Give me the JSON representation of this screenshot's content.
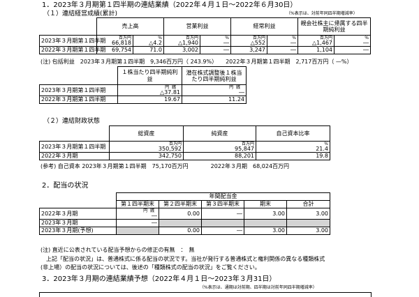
{
  "s1": {
    "title": "1．2023年３月期第１四半期の連結業績（2022年４月１日～2022年６月30日）",
    "sub1": "（１）連結経営成績(累計)",
    "pct_note": "（%表示は、対前年同四半期増減率）",
    "headers": [
      "売上高",
      "営業利益",
      "経常利益",
      "親会社株主に帰属する四半期純利益"
    ],
    "units": [
      "百万円",
      "%"
    ],
    "rows": [
      {
        "label": "2023年３月期第１四半期",
        "cells": [
          "66,818",
          "△4.2",
          "△1,940",
          "―",
          "△552",
          "―",
          "△1,467",
          "―"
        ]
      },
      {
        "label": "2022年３月期第１四半期",
        "cells": [
          "69,754",
          "71.0",
          "3,002",
          "―",
          "3,247",
          "―",
          "1,104",
          "―"
        ]
      }
    ],
    "comprehensive_note": "(注) 包括利益　2023年３月期第１四半期　9,346百万円（ 243.9%）　　2022年３月期第１四半期　2,717百万円（ —%）",
    "eps_headers": [
      "１株当たり四半期純利益",
      "潜在株式調整後１株当たり四半期純利益"
    ],
    "eps_units": [
      "円",
      "銭"
    ],
    "eps_rows": [
      {
        "label": "2023年３月期第１四半期",
        "cells": [
          "△37.81",
          "―"
        ]
      },
      {
        "label": "2022年３月期第１四半期",
        "cells": [
          "19.67",
          "11.24"
        ]
      }
    ]
  },
  "s2": {
    "title": "（２）連結財政状態",
    "headers": [
      "総資産",
      "純資産",
      "自己資本比率"
    ],
    "units": [
      "百万円",
      "百万円",
      "%"
    ],
    "rows": [
      {
        "label": "2023年３月期第１四半期",
        "cells": [
          "350,592",
          "95,847",
          "21.4"
        ]
      },
      {
        "label": "2022年３月期",
        "cells": [
          "342,750",
          "88,201",
          "19.8"
        ]
      }
    ],
    "ref_note": "(参考) 自己資本 2023年３月期第１四半期　75,170百万円　　　　2022年３月期　68,024百万円"
  },
  "s3": {
    "title": "2．配当の状況",
    "group_header": "年間配当金",
    "headers": [
      "第１四半期末",
      "第２四半期末",
      "第３四半期末",
      "期末",
      "合計"
    ],
    "units": [
      "円",
      "銭"
    ],
    "rows": [
      {
        "label": "2022年３月期",
        "cells": [
          "―",
          "0.00",
          "―",
          "3.00",
          "3.00"
        ]
      },
      {
        "label": "2023年３月期",
        "cells": [
          "―",
          "",
          "",
          "",
          ""
        ]
      },
      {
        "label": "2023年３月期(予想)",
        "cells": [
          "",
          "0.00",
          "―",
          "3.00",
          "3.00"
        ]
      }
    ],
    "revision_note": "(注) 直近に公表されている配当予想からの修正の有無　：　無",
    "para1": "上記「配当の状況」は、普通株式に係る配当の状況です。当社が発行する普通株式と権利関係の異なる種類株式",
    "para2": "(非上場）の配当の状況については、後述の「種類株式の配当の状況」をご覧ください。"
  },
  "s4": {
    "title": "3．2023年３月期の連結業績予想（2022年４月１日～2023年３月31日）",
    "pct_note": "（%表示は、通期は対前期、四半期は対前年同四半期増減率）"
  }
}
